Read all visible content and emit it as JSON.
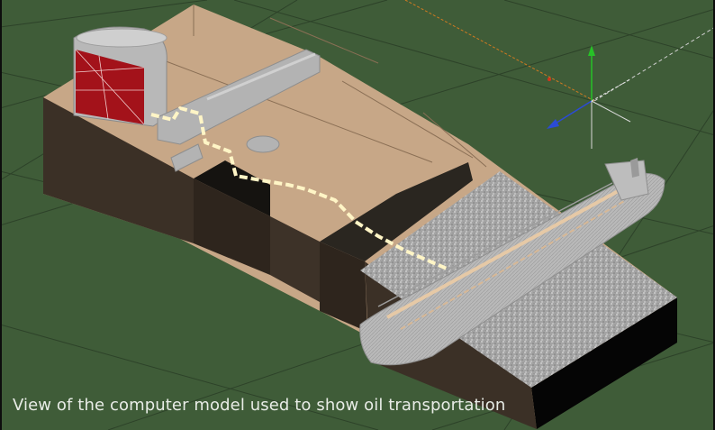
{
  "viewport": {
    "caption": "View of the computer model used to show oil transportation",
    "background_color": "#3f5c38",
    "grid_color": "#2c4028",
    "terrain_top_color": "#c8a888",
    "terrain_side_color": "#3a2f24",
    "pipeline_color": "#fff6c8",
    "tank_color": "#b3b3b3",
    "tank_highlight_color": "#a3121a",
    "water_color": "#9a9a9a",
    "icons": [
      "axis-gizmo-icon",
      "oil-tanker",
      "storage-tank",
      "pipeline"
    ]
  }
}
